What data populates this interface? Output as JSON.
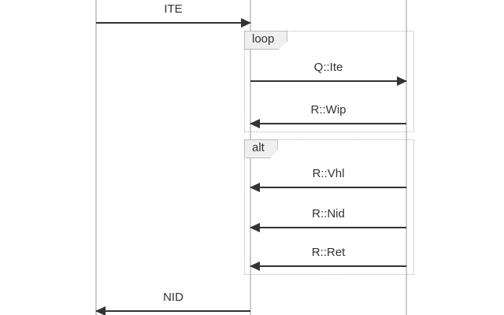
{
  "diagram": {
    "type": "sequence-diagram",
    "colors": {
      "background": "#ffffff",
      "lifeline": "#cccccc",
      "arrow": "#333333",
      "text": "#333333",
      "fragment_border": "#b3b3b3",
      "fragment_tab_bg": "#efefef"
    },
    "lifelines": [
      {
        "id": "left"
      },
      {
        "id": "middle"
      },
      {
        "id": "right"
      }
    ],
    "fragments": [
      {
        "operator": "loop"
      },
      {
        "operator": "alt"
      }
    ],
    "messages": [
      {
        "label": "ITE",
        "from": "left",
        "to": "middle",
        "direction": "right",
        "fragment": null
      },
      {
        "label": "Q::Ite",
        "from": "middle",
        "to": "right",
        "direction": "right",
        "fragment": "loop"
      },
      {
        "label": "R::Wip",
        "from": "right",
        "to": "middle",
        "direction": "left",
        "fragment": "loop"
      },
      {
        "label": "R::Vhl",
        "from": "right",
        "to": "middle",
        "direction": "left",
        "fragment": "alt"
      },
      {
        "label": "R::Nid",
        "from": "right",
        "to": "middle",
        "direction": "left",
        "fragment": "alt"
      },
      {
        "label": "R::Ret",
        "from": "right",
        "to": "middle",
        "direction": "left",
        "fragment": "alt"
      },
      {
        "label": "NID",
        "from": "middle",
        "to": "left",
        "direction": "left",
        "fragment": null
      }
    ]
  }
}
